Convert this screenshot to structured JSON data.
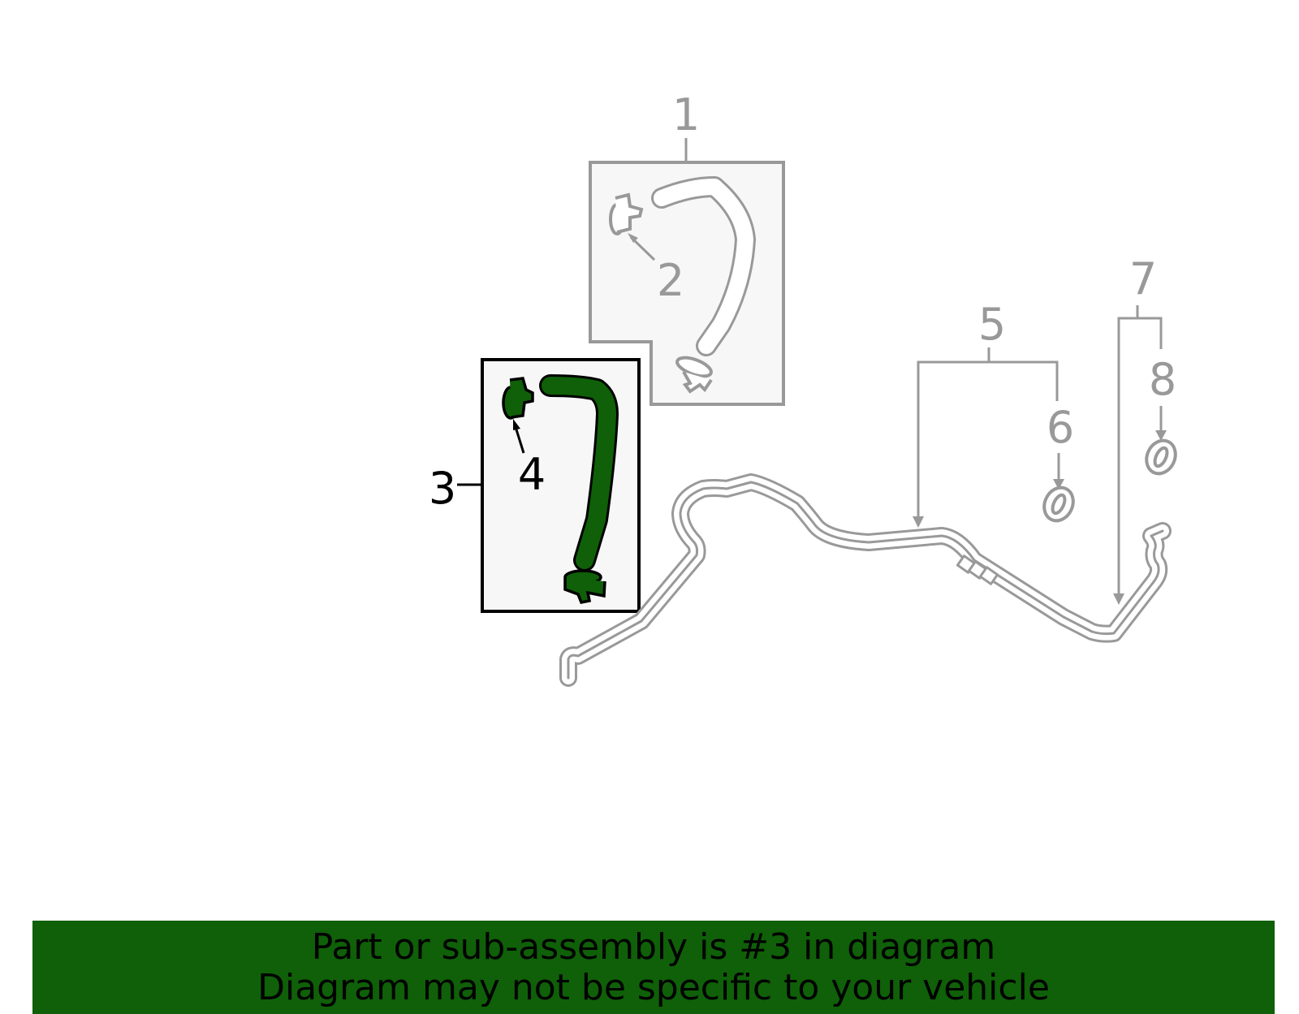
{
  "diagram": {
    "callouts": [
      "1",
      "2",
      "3",
      "4",
      "5",
      "6",
      "7",
      "8"
    ],
    "highlighted_part": "3",
    "colors": {
      "highlight": "#0f6008",
      "muted": "#999999",
      "panel": "#f7f7f7",
      "outline": "#000000"
    }
  },
  "banner": {
    "line1": "Part or sub-assembly is #3 in diagram",
    "line2": "Diagram may not be specific to your vehicle"
  }
}
